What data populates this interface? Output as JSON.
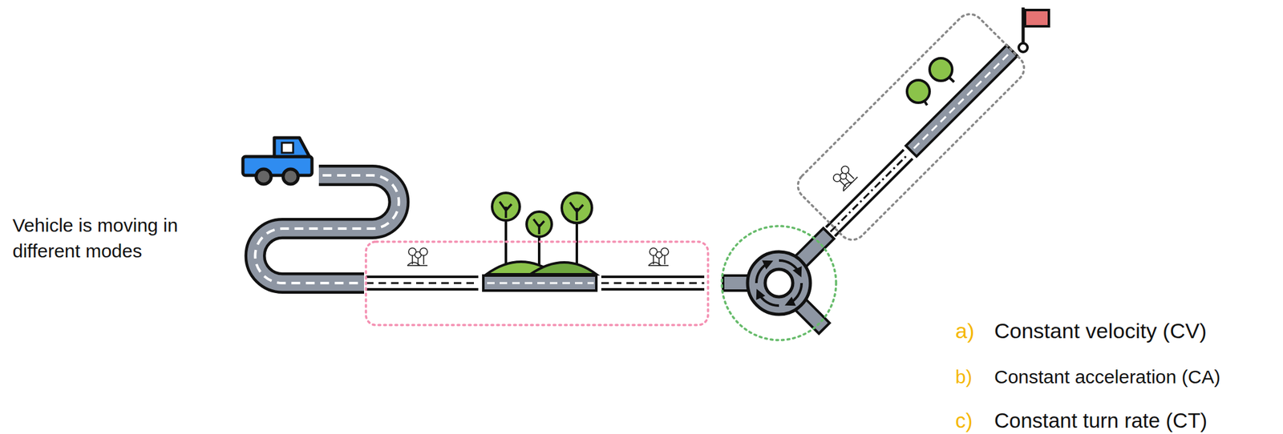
{
  "diagram": {
    "labels": [
      "Vehicle is moving in different modes",
      "a)",
      "Constant velocity (CV)",
      "b)",
      "Constant acceleration (CA)",
      "c)",
      "Constant turn rate (CT)"
    ]
  }
}
